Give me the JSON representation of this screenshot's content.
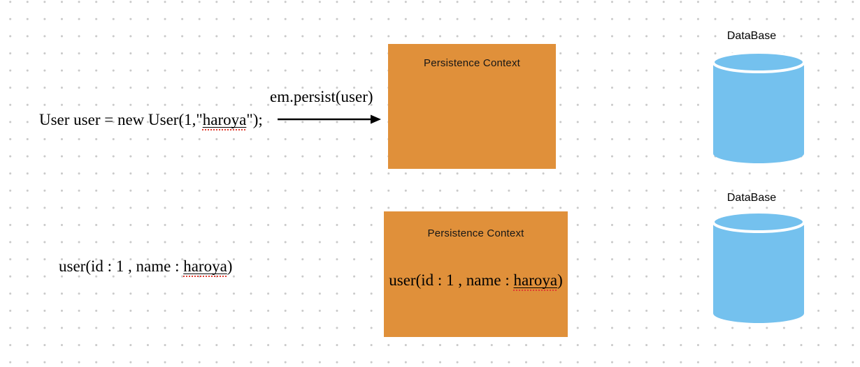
{
  "colors": {
    "box": "#E0903A",
    "database": "#74C1EE",
    "dot_grid": "#C9C9C9",
    "squiggle": "#E03B30"
  },
  "top_row": {
    "code": {
      "prefix": "User user = new User(1,\"",
      "misspelled": "haroya",
      "suffix": "\");"
    },
    "arrow_label": "em.persist(user)",
    "persistence_box": {
      "title": "Persistence Context"
    },
    "database": {
      "label": "DataBase"
    }
  },
  "bottom_row": {
    "code": {
      "prefix": "user(id : 1 , name : ",
      "misspelled": "haroya",
      "suffix": ")"
    },
    "persistence_box": {
      "title": "Persistence Context",
      "entity": {
        "prefix": "user(id : 1 , name : ",
        "misspelled": "haroya",
        "suffix": ")"
      }
    },
    "database": {
      "label": "DataBase"
    }
  }
}
